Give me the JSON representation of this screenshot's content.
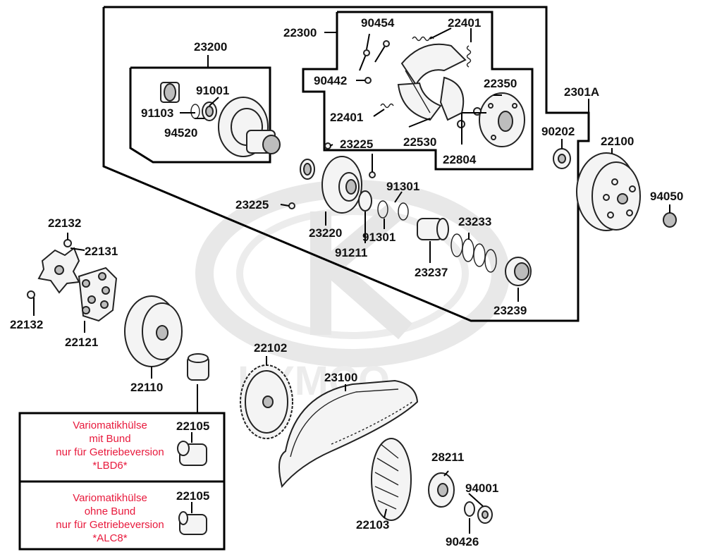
{
  "watermark": {
    "text": "KYMCO"
  },
  "labels": {
    "p23200": "23200",
    "p91001": "91001",
    "p91103": "91103",
    "p94520": "94520",
    "p22300": "22300",
    "p90454": "90454",
    "p22401a": "22401",
    "p90442": "90442",
    "p22350": "22350",
    "p22401b": "22401",
    "p22530": "22530",
    "p22804": "22804",
    "p2301A": "2301A",
    "p90202": "90202",
    "p22100": "22100",
    "p94050": "94050",
    "p23225a": "23225",
    "p23225b": "23225",
    "p91301a": "91301",
    "p91301b": "91301",
    "p23220": "23220",
    "p91211": "91211",
    "p23233": "23233",
    "p23237": "23237",
    "p23239": "23239",
    "p22132a": "22132",
    "p22131": "22131",
    "p22132b": "22132",
    "p22121": "22121",
    "p22110": "22110",
    "p22102": "22102",
    "p23100": "23100",
    "p22105a": "22105",
    "p22105b": "22105",
    "p28211": "28211",
    "p94001": "94001",
    "p22103": "22103",
    "p90426": "90426"
  },
  "notes": {
    "lbd6": [
      "Variomatikhülse",
      "mit Bund",
      "nur für Getriebeversion",
      "*LBD6*"
    ],
    "alc8": [
      "Variomatikhülse",
      "ohne Bund",
      "nur für Getriebeversion",
      "*ALC8*"
    ]
  },
  "colors": {
    "note_text": "#e8193c",
    "line": "#000000",
    "watermark": "#e6e6e6"
  }
}
